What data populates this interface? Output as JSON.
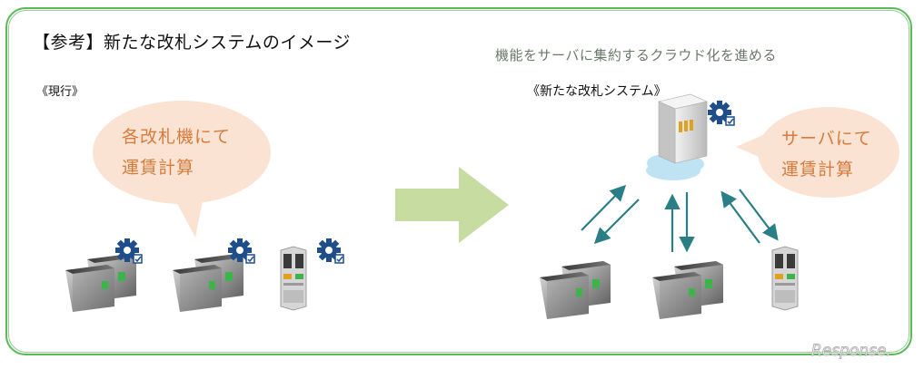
{
  "title": "【参考】新たな改札システムのイメージ",
  "subtitle": "機能をサーバに集約するクラウド化を進める",
  "current": {
    "label": "《現行》",
    "bubble_line1": "各改札機にて",
    "bubble_line2": "運賃計算"
  },
  "new_system": {
    "label": "《新たな改札システム》",
    "bubble_line1": "サーバにて",
    "bubble_line2": "運賃計算"
  },
  "watermark": "Response.",
  "colors": {
    "border": "#5cb85c",
    "bubble": "#fbe3d3",
    "bubble_text": "#d77a3a",
    "big_arrow": "#c6dca0",
    "arrows": "#2a7f86",
    "gear": "#1f4f8a",
    "cloud": "#bfe3f2"
  }
}
